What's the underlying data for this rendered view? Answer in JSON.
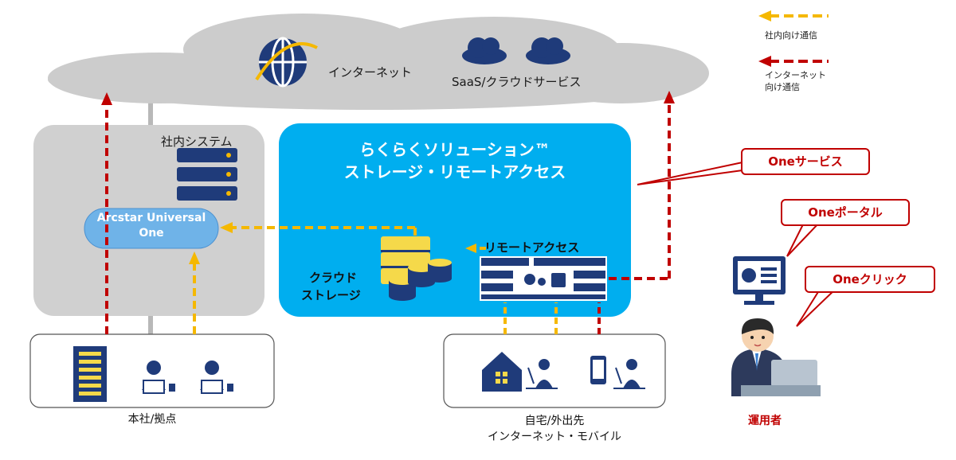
{
  "internet_label": "インターネット",
  "saas_label": "SaaS/クラウドサービス",
  "legend": {
    "internal": "社内向け通信",
    "internet_line1": "インターネット",
    "internet_line2": "向け通信"
  },
  "internal_system_label": "社内システム",
  "arcstar_line1": "Arcstar Universal",
  "arcstar_line2": "One",
  "solution_title_line1": "らくらくソリューション™",
  "solution_title_line2": "ストレージ・リモートアクセス",
  "cloud_storage_line1": "クラウド",
  "cloud_storage_line2": "ストレージ",
  "remote_access_label": "リモートアクセス",
  "headquarters_label": "本社/拠点",
  "home_line1": "自宅/外出先",
  "home_line2": "インターネット・モバイル",
  "callouts": {
    "one_service": "Oneサービス",
    "one_portal": "Oneポータル",
    "one_click": "Oneクリック"
  },
  "operator_label": "運用者",
  "colors": {
    "internal_line": "#f5b800",
    "internet_line": "#c00000",
    "solution_box": "#00aeef",
    "navy": "#1f3b7a",
    "cloud_gray": "#cfcfcf",
    "system_gray": "#d0d0d0"
  }
}
